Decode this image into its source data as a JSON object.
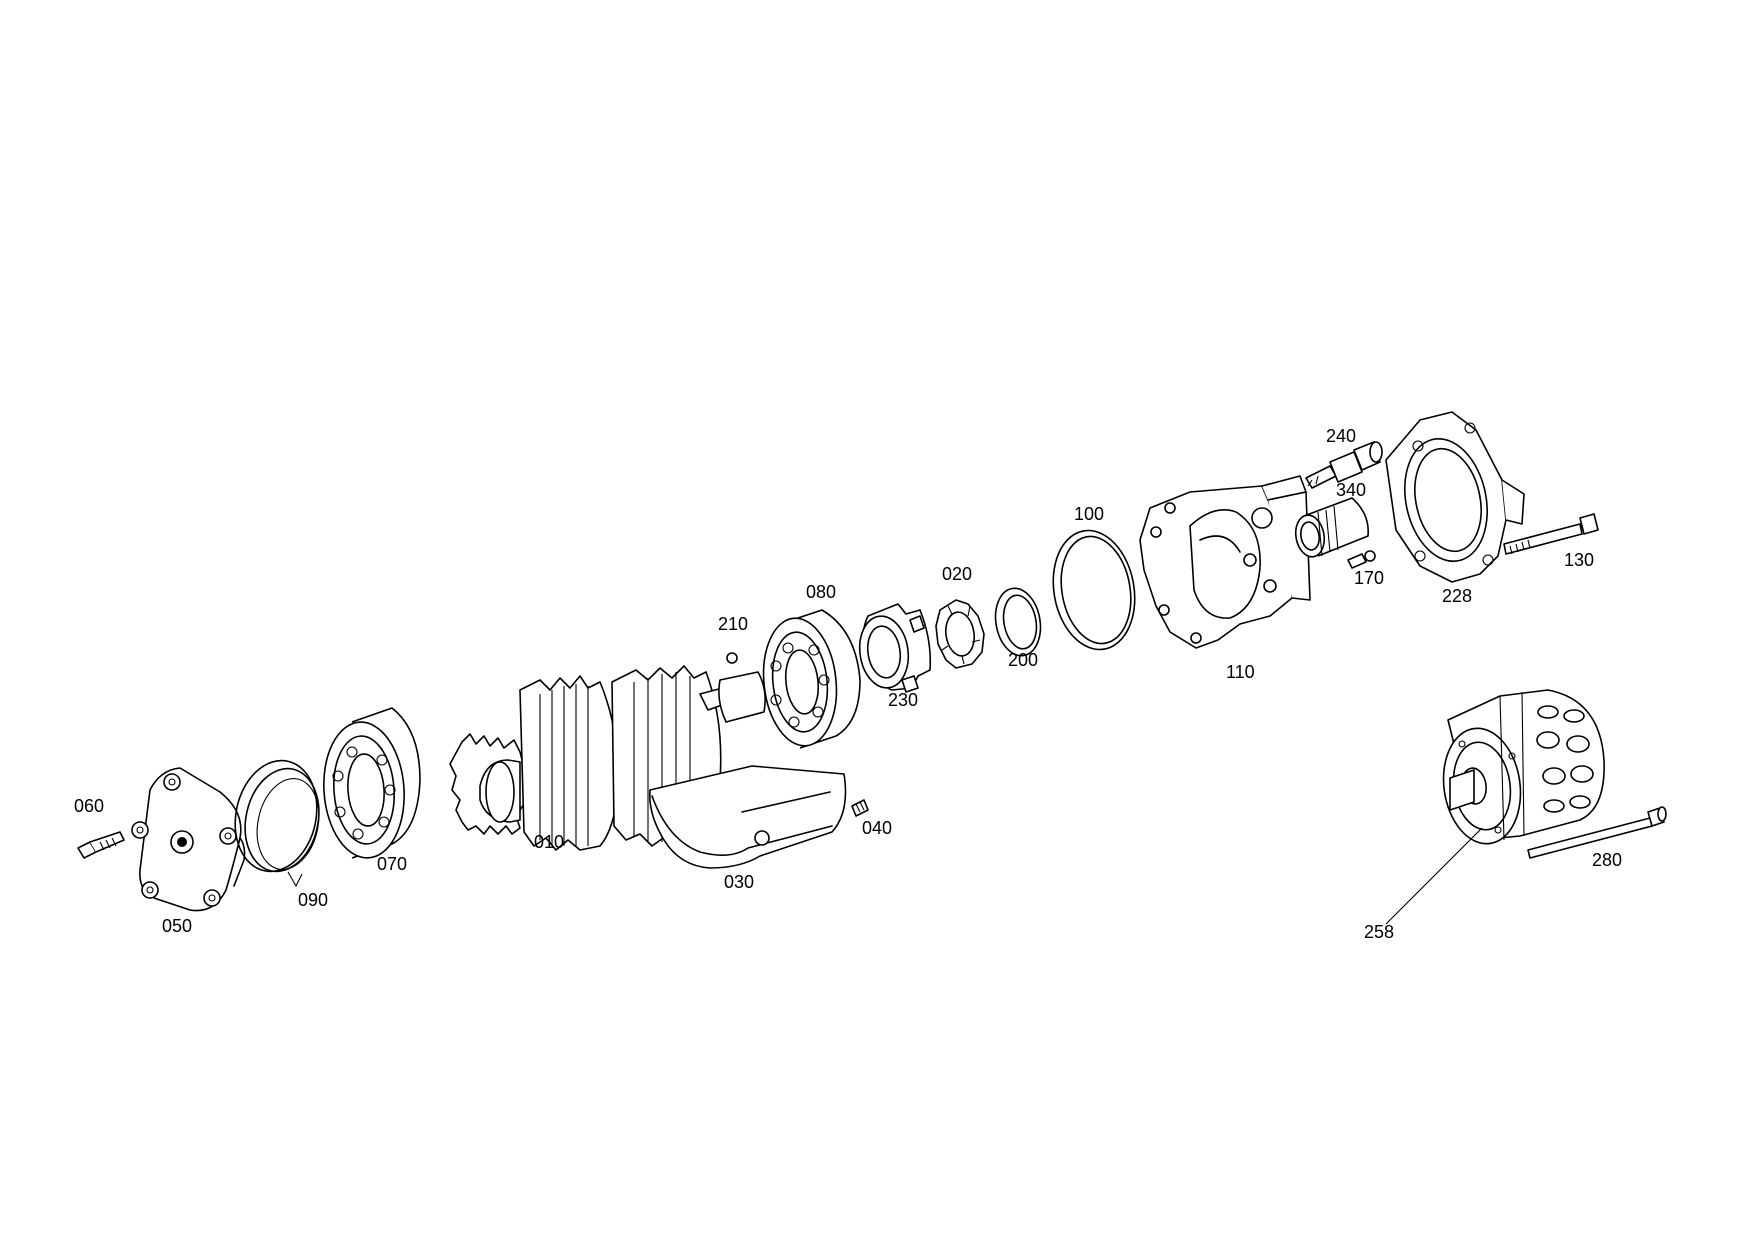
{
  "diagram": {
    "parts": [
      {
        "id": "bolt_060",
        "label": "060"
      },
      {
        "id": "cover_050",
        "label": "050"
      },
      {
        "id": "oring_090",
        "label": "090"
      },
      {
        "id": "bearing_070",
        "label": "070"
      },
      {
        "id": "gear_shaft_010",
        "label": "010"
      },
      {
        "id": "shield_030",
        "label": "030"
      },
      {
        "id": "pin_040",
        "label": "040"
      },
      {
        "id": "ball_210",
        "label": "210"
      },
      {
        "id": "bearing_080",
        "label": "080"
      },
      {
        "id": "coupling_230",
        "label": "230"
      },
      {
        "id": "nut_020",
        "label": "020"
      },
      {
        "id": "snap_ring_200",
        "label": "200"
      },
      {
        "id": "ring_100",
        "label": "100"
      },
      {
        "id": "housing_110",
        "label": "110"
      },
      {
        "id": "valve_240",
        "label": "240"
      },
      {
        "id": "needle_bearing_340",
        "label": "340"
      },
      {
        "id": "screw_170",
        "label": "170"
      },
      {
        "id": "cover_228",
        "label": "228"
      },
      {
        "id": "bolt_130",
        "label": "130"
      },
      {
        "id": "hydraulic_motor_258",
        "label": "258"
      },
      {
        "id": "bolt_280",
        "label": "280"
      }
    ]
  }
}
